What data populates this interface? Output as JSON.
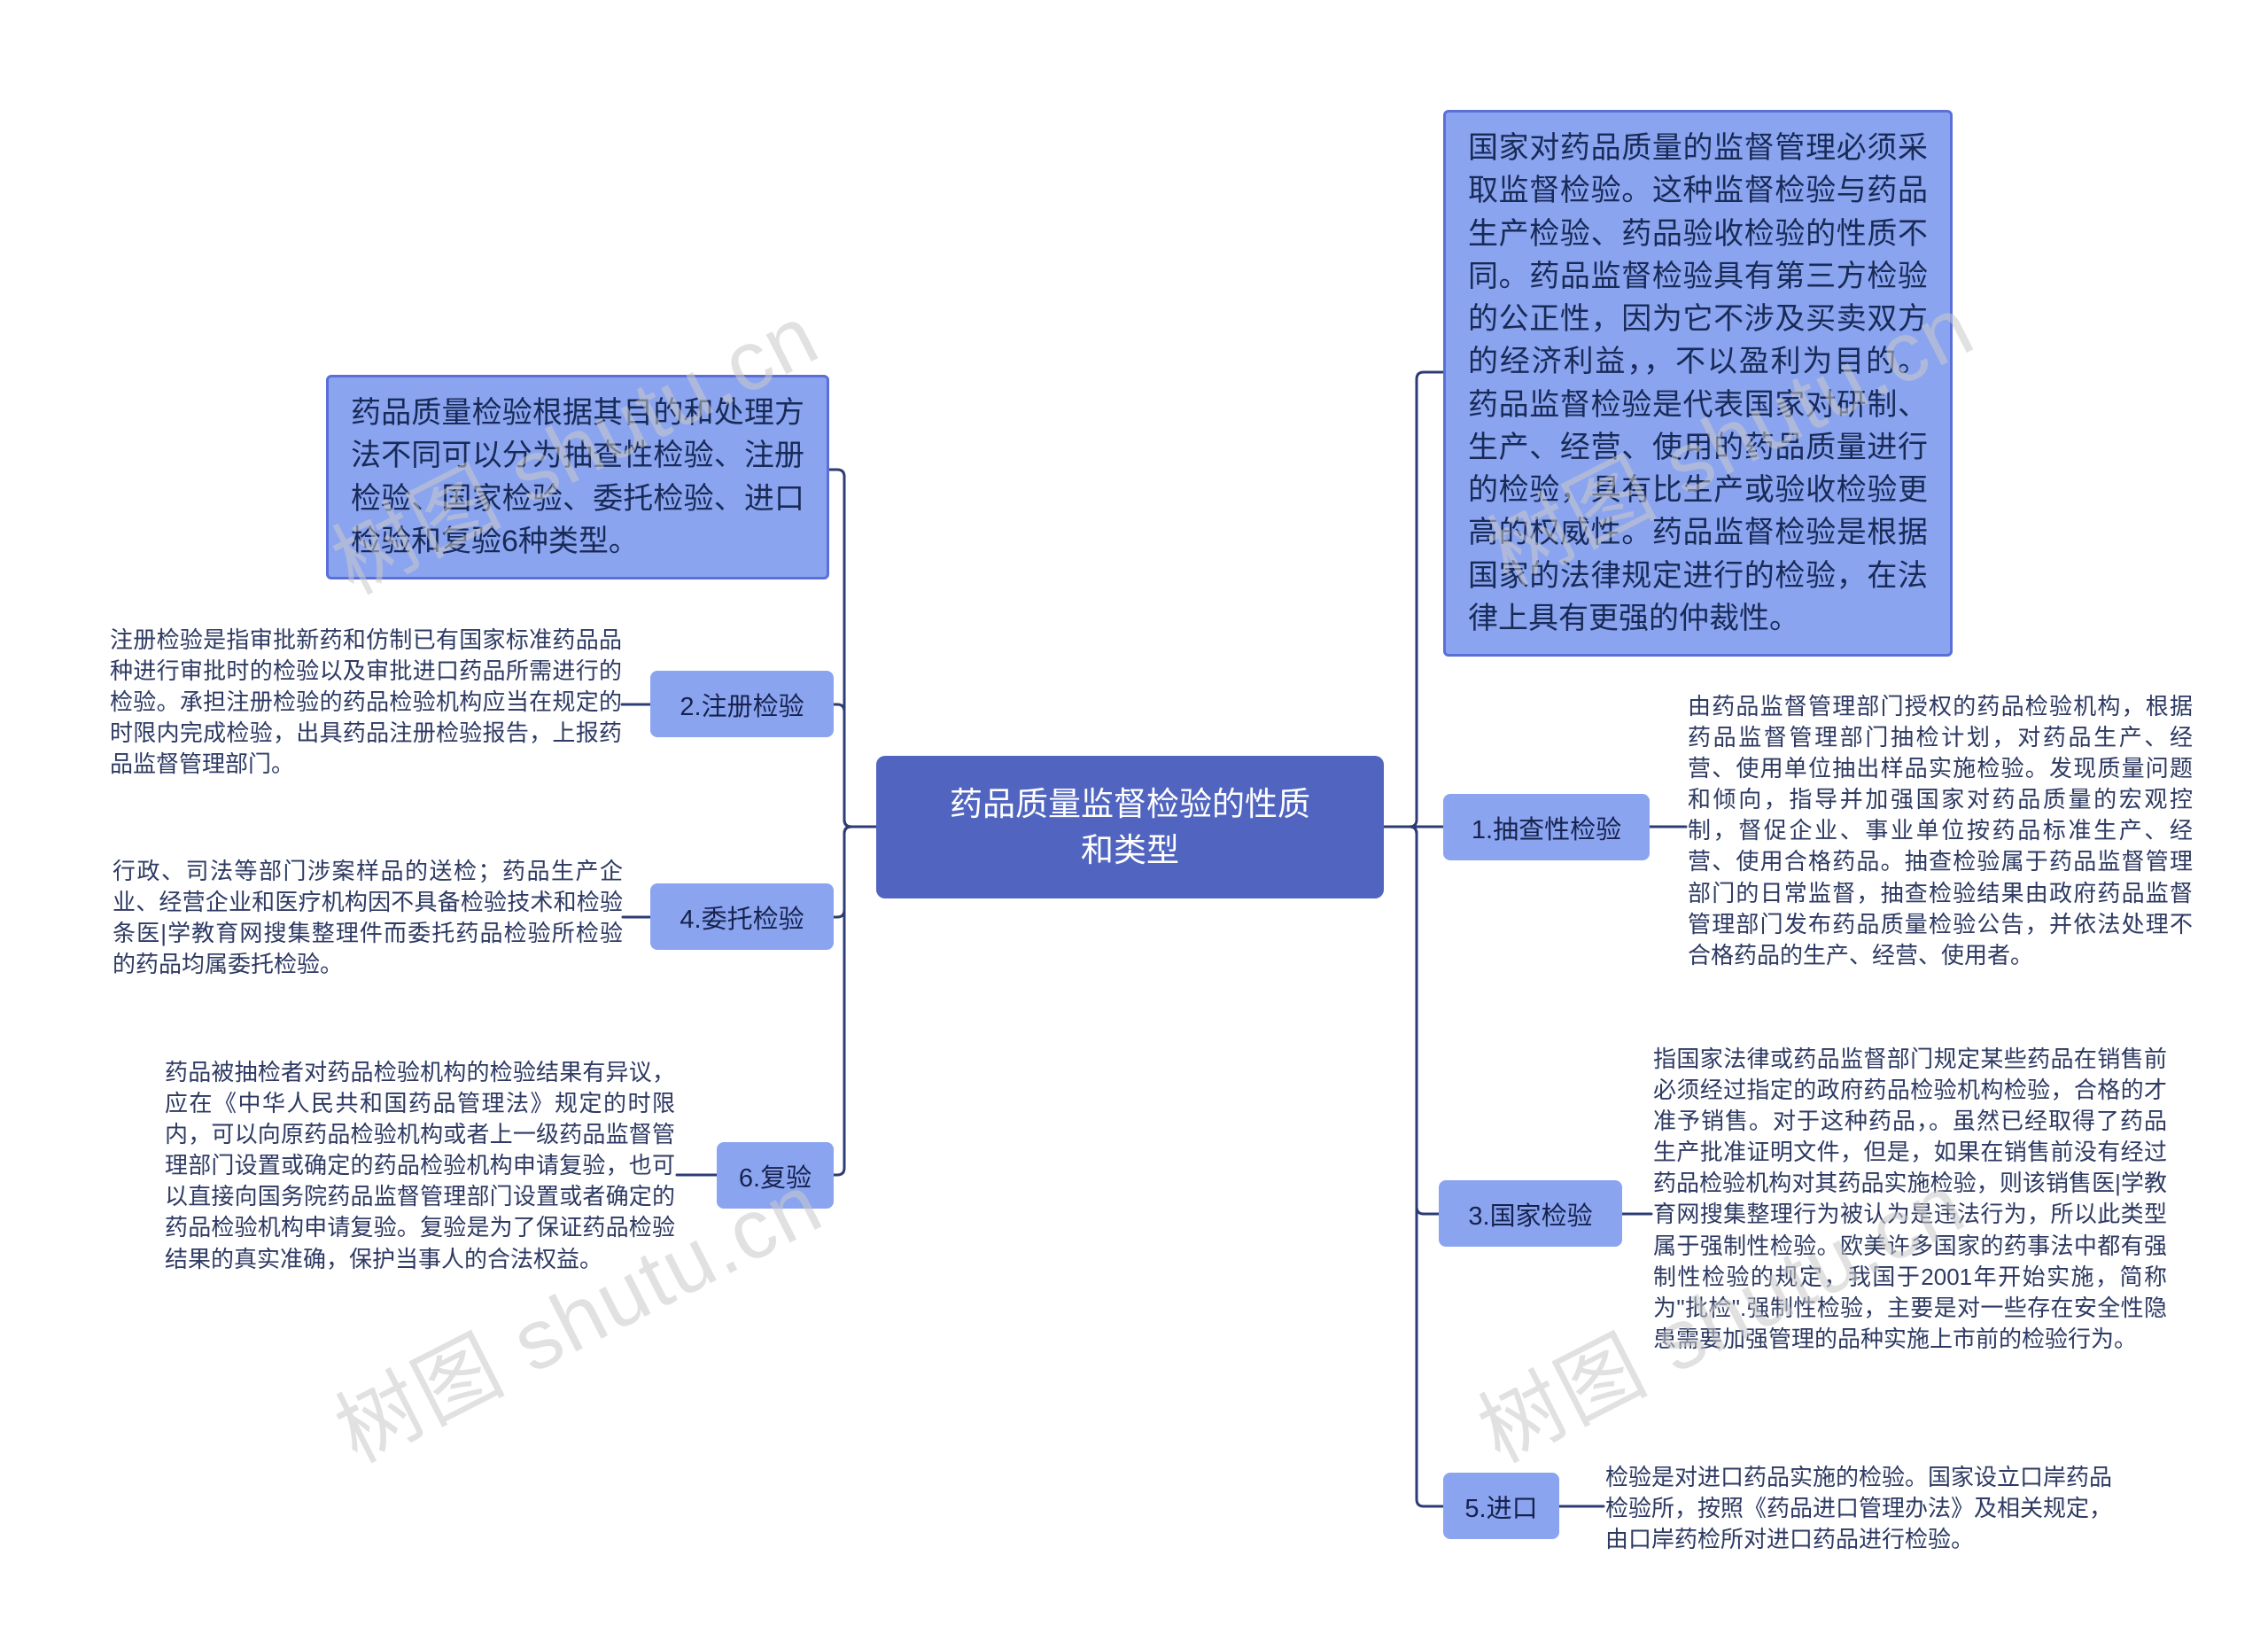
{
  "watermark": {
    "text": "树图 shutu.cn"
  },
  "colors": {
    "root_fill": "#5165c0",
    "root_text": "#ffffff",
    "node_fill": "#8ba4f0",
    "node_text": "#16224d",
    "box_border": "#5a6fd8",
    "connector_line": "#2e3c75",
    "note_text": "#2e3a63",
    "watermark_gray": "#c9c9c9",
    "background": "#ffffff"
  },
  "root": {
    "label": "药品质量监督检验的性质和类型"
  },
  "summaries": {
    "left": "药品质量检验根据其目的和处理方法不同可以分为抽查性检验、注册检验、国家检验、委托检验、进口检验和复验6种类型。",
    "right": "国家对药品质量的监督管理必须采取监督检验。这种监督检验与药品生产检验、药品验收检验的性质不同。药品监督检验具有第三方检验的公正性，因为它不涉及买卖双方的经济利益，，不以盈利为目的。药品监督检验是代表国家对研制、生产、经营、使用的药品质量进行的检验，具有比生产或验收检验更高的权威性。药品监督检验是根据国家的法律规定进行的检验，在法律上具有更强的仲裁性。"
  },
  "branches": [
    {
      "label": "1.抽查性检验",
      "note": "由药品监督管理部门授权的药品检验机构，根据药品监督管理部门抽检计划，对药品生产、经营、使用单位抽出样品实施检验。发现质量问题和倾向，指导并加强国家对药品质量的宏观控制，督促企业、事业单位按药品标准生产、经营、使用合格药品。抽查检验属于药品监督管理部门的日常监督，抽查检验结果由政府药品监督管理部门发布药品质量检验公告，并依法处理不合格药品的生产、经营、使用者。"
    },
    {
      "label": "2.注册检验",
      "note": "注册检验是指审批新药和仿制已有国家标准药品品种进行审批时的检验以及审批进口药品所需进行的检验。承担注册检验的药品检验机构应当在规定的时限内完成检验，出具药品注册检验报告，上报药品监督管理部门。"
    },
    {
      "label": "3.国家检验",
      "note": "指国家法律或药品监督部门规定某些药品在销售前必须经过指定的政府药品检验机构检验，合格的才准予销售。对于这种药品，。虽然已经取得了药品生产批准证明文件，但是，如果在销售前没有经过药品检验机构对其药品实施检验，则该销售医|学教育网搜集整理行为被认为是违法行为，所以此类型属于强制性检验。欧美许多国家的药事法中都有强制性检验的规定，我国于2001年开始实施，简称为\"批检\".强制性检验，主要是对一些存在安全性隐患需要加强管理的品种实施上市前的检验行为。"
    },
    {
      "label": "4.委托检验",
      "note": "行政、司法等部门涉案样品的送检；药品生产企业、经营企业和医疗机构因不具备检验技术和检验条医|学教育网搜集整理件而委托药品检验所检验的药品均属委托检验。"
    },
    {
      "label": "5.进口",
      "note": "检验是对进口药品实施的检验。国家设立口岸药品检验所，按照《药品进口管理办法》及相关规定，由口岸药检所对进口药品进行检验。"
    },
    {
      "label": "6.复验",
      "note": "药品被抽检者对药品检验机构的检验结果有异议，应在《中华人民共和国药品管理法》规定的时限内，可以向原药品检验机构或者上一级药品监督管理部门设置或确定的药品检验机构申请复验，也可以直接向国务院药品监督管理部门设置或者确定的药品检验机构申请复验。复验是为了保证药品检验结果的真实准确，保护当事人的合法权益。"
    }
  ]
}
